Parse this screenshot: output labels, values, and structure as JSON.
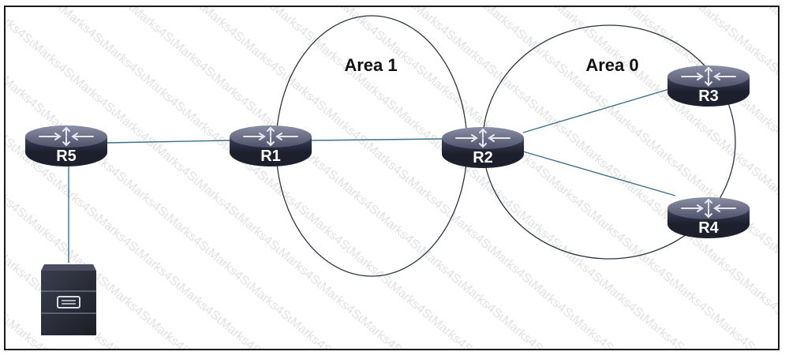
{
  "diagram": {
    "type": "network-topology",
    "colors": {
      "frame": "#1a1a1a",
      "link": "#3d6e8c",
      "area_outline": "#2b3440",
      "router_body": "#2f3346",
      "router_top": "#5a5f78",
      "watermark": "#c9c9c9"
    },
    "watermark_text": "Marks4Sure",
    "areas": [
      {
        "id": "area1",
        "label": "Area 1"
      },
      {
        "id": "area0",
        "label": "Area 0"
      }
    ],
    "routers": [
      {
        "id": "R5",
        "label": "R5"
      },
      {
        "id": "R1",
        "label": "R1"
      },
      {
        "id": "R2",
        "label": "R2"
      },
      {
        "id": "R3",
        "label": "R3"
      },
      {
        "id": "R4",
        "label": "R4"
      }
    ],
    "devices": [
      {
        "id": "server",
        "label": "server",
        "icon": "server-icon"
      }
    ],
    "links": [
      {
        "from": "R5",
        "to": "R1"
      },
      {
        "from": "R1",
        "to": "R2"
      },
      {
        "from": "R2",
        "to": "R3"
      },
      {
        "from": "R2",
        "to": "R4"
      },
      {
        "from": "R5",
        "to": "server"
      }
    ]
  }
}
